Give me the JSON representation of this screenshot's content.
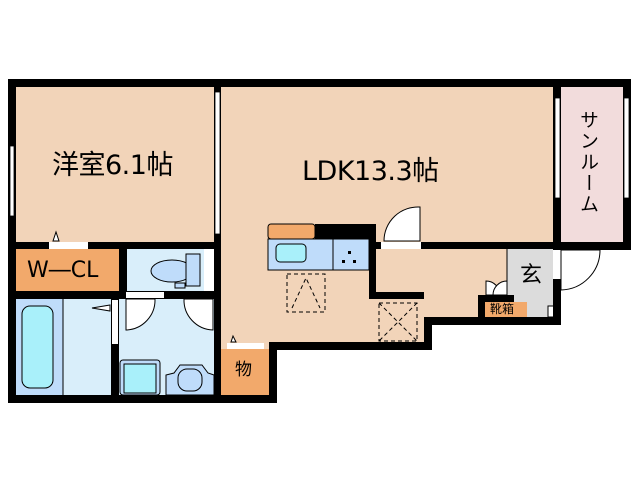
{
  "floorplan": {
    "rooms": {
      "western_room": {
        "label": "洋室6.1帖",
        "type": "bedroom",
        "area_jo": 6.1
      },
      "ldk": {
        "label": "LDK13.3帖",
        "type": "living-dining-kitchen",
        "area_jo": 13.3
      },
      "sunroom": {
        "label": "サンルーム",
        "type": "sunroom"
      },
      "walk_in_closet": {
        "label": "W―CL",
        "type": "closet"
      },
      "storage": {
        "label": "物",
        "type": "storage"
      },
      "entrance": {
        "label": "玄",
        "type": "entrance"
      },
      "shoe_cabinet": {
        "label": "靴箱",
        "type": "shoe-cabinet"
      },
      "toilet": {
        "type": "toilet"
      },
      "bathroom": {
        "type": "bath"
      },
      "washroom": {
        "type": "washroom"
      }
    },
    "colors": {
      "room_floor": "#f2d4b9",
      "sunroom_floor": "#f2dcdc",
      "wet_area": "#d9eefa",
      "fixture_blue": "#bfdcfa",
      "fixture_cyan": "#a9f0fa",
      "closet_orange": "#f2a96b",
      "entrance_gray": "#dcdcdc",
      "wall": "#000000"
    }
  }
}
